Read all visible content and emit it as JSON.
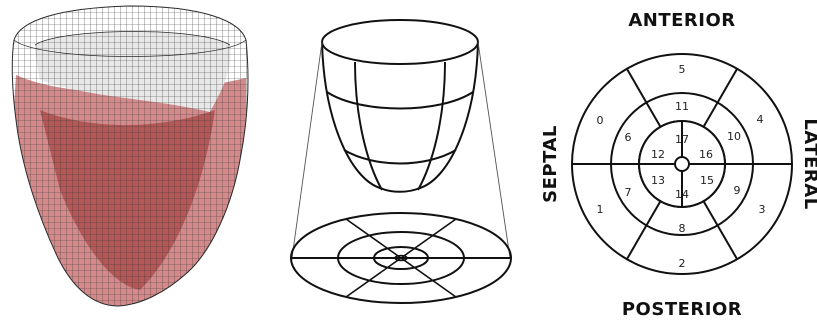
{
  "bullseye": {
    "labels": {
      "anterior": "ANTERIOR",
      "posterior": "POSTERIOR",
      "septal": "SEPTAL",
      "lateral": "LATERAL"
    },
    "segments": [
      "0",
      "1",
      "2",
      "3",
      "4",
      "5",
      "6",
      "7",
      "8",
      "9",
      "10",
      "11",
      "12",
      "13",
      "14",
      "15",
      "16",
      "17"
    ]
  },
  "colors": {
    "mesh_line": "#3a3a3a",
    "myocardium_red": "#b02a2a",
    "line": "#111111",
    "background": "#ffffff"
  }
}
